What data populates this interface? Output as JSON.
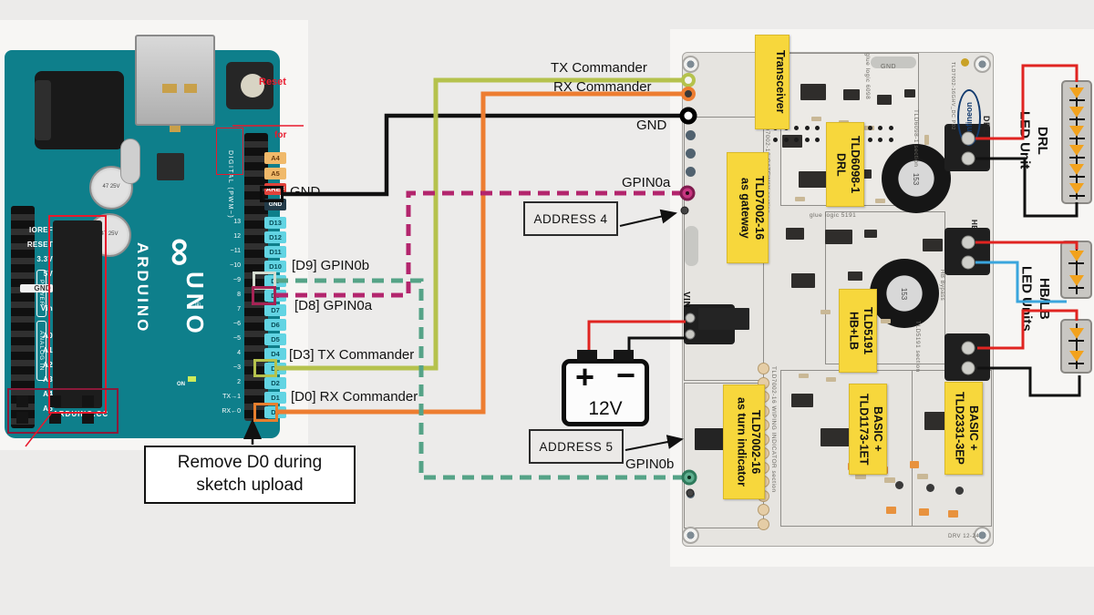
{
  "colors": {
    "background": "#ecebea",
    "arduino_teal": "#0e7f8b",
    "board_gray": "#e6e4e0",
    "label_yellow": "#f7d73c",
    "wire_tx": "#b5c24d",
    "wire_rx": "#ed7d31",
    "wire_gnd": "#111111",
    "wire_gpin0a": "#b3256d",
    "wire_gpin0b": "#55a387",
    "wire_red": "#e02421",
    "wire_blue": "#3aa5dd",
    "led_amber": "#f2a21d",
    "annotation_red": "#e8192c"
  },
  "wire_labels": {
    "tx": "TX Commander",
    "rx": "RX Commander",
    "gnd_board": "GND",
    "gnd_arduino": "GND",
    "gpin0a": "GPIN0a",
    "gpin0b": "GPIN0b",
    "d9": "[D9] GPIN0b",
    "d8": "[D8] GPIN0a",
    "d3": "[D3] TX Commander",
    "d0": "[D0] RX Commander"
  },
  "callouts": {
    "address4": "ADDRESS 4",
    "address5": "ADDRESS 5",
    "remove_d0_line1": "Remove D0 during",
    "remove_d0_line2": "sketch upload"
  },
  "battery": {
    "plus": "+",
    "minus": "−",
    "voltage": "12V"
  },
  "arduino": {
    "brand": "ARDUINO",
    "infinity": "∞",
    "registered": "®",
    "model": "UNO",
    "site": "ARDUINO.CC",
    "reset_note": "Reset",
    "for_note": "for",
    "on_led": "ON",
    "power_group": "POWER",
    "analog_group": "ANALOG IN",
    "digital_group": "DIGITAL (PWM~)",
    "cap_label": "47 25V",
    "left_pins": [
      "IOREF",
      "RESET",
      "3.3V",
      "5V",
      "GND",
      "Vin"
    ],
    "analog_pins": [
      "A0",
      "A1",
      "A2",
      "A3",
      "A4",
      "A5"
    ],
    "top_right_pins": [
      "A4",
      "A5",
      "AREF",
      "GND"
    ],
    "digital_pins": [
      "D13",
      "D12",
      "D11",
      "D10",
      "D9",
      "D8",
      "D7",
      "D6",
      "D5",
      "D4",
      "D3",
      "D2",
      "D1",
      "D0"
    ],
    "silk_digital": [
      "13",
      "12",
      "~11",
      "~10",
      "~9",
      "8",
      "7",
      "~6",
      "~5",
      "4",
      "~3",
      "2",
      "TX→1",
      "RX←0"
    ]
  },
  "board": {
    "yellow_labels": [
      {
        "lines": [
          "Transceiver"
        ]
      },
      {
        "lines": [
          "TLD7002-16",
          "as gateway"
        ]
      },
      {
        "lines": [
          "TLD6098-1",
          "DRL"
        ]
      },
      {
        "lines": [
          "TLD5191",
          "HB+LB"
        ]
      },
      {
        "lines": [
          "TLD7002-16",
          "as turn indicator"
        ]
      },
      {
        "lines": [
          "BASIC +",
          "TLD1173-1ET"
        ]
      },
      {
        "lines": [
          "BASIC +",
          "TLD2331-3EP"
        ]
      }
    ],
    "silk_texts": [
      "TLD7002-16 GATEWAY section",
      "glue logic 6098",
      "TLD6098-1 section",
      "glue logic 5191",
      "TLD5191 section",
      "TLD7002-16 WIPING INDICATOR section",
      "GND",
      "DRL",
      "HB",
      "VIN",
      "HB Bypass",
      "TLD7002-16GHV_DC P02",
      "DRV 12-24"
    ],
    "logo": "infineon",
    "toroid_text": "153"
  },
  "led_units": {
    "drl": {
      "label_lines": [
        "DRL",
        "LED Unit"
      ],
      "led_count": 6
    },
    "hblb": {
      "label_lines": [
        "HB/LB",
        "LED Units"
      ],
      "led_counts": [
        2,
        2
      ]
    }
  }
}
